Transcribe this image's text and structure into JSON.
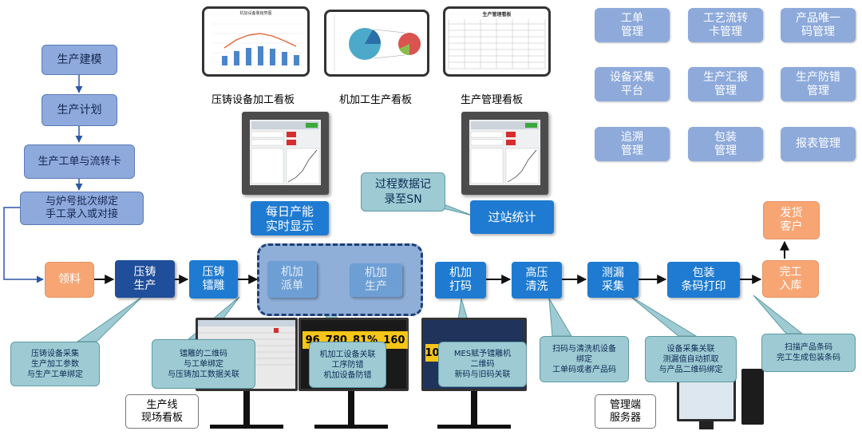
{
  "left_flow": [
    "生产建模",
    "生产计划",
    "生产工单与流转卡",
    "与炉号批次绑定\n手工录入或对接"
  ],
  "modules": [
    "工单\n管理",
    "工艺流转\n卡管理",
    "产品唯一\n码管理",
    "设备采集\n平台",
    "生产汇报\n管理",
    "生产防错\n管理",
    "追溯\n管理",
    "包装\n管理",
    "报表管理"
  ],
  "boards": [
    "压铸设备加工看板",
    "机加工生产看板",
    "生产管理看板"
  ],
  "thumb_titles": [
    "机加设备量趋势图",
    "生产管理看板"
  ],
  "daily": "每日产能\n实时显示",
  "station": "过站统计",
  "process_callout": "过程数据记\n录至SN",
  "main_flow": {
    "lingliao": "领料",
    "yazhu": "压铸\n生产",
    "yazhu_diao": "压铸\n镭雕",
    "jijia_paidan": "机加\n派单",
    "jijia_shengchan": "机加\n生产",
    "jijia_dama": "机加\n打码",
    "gaoya": "高压\n清洗",
    "celou": "测漏\n采集",
    "baozhuang": "包装\n条码打印",
    "wangong": "完工\n入库",
    "fahuo": "发货\n客户"
  },
  "callouts": [
    "压铸设备采集\n生产加工参数\n与生产工单绑定",
    "镭雕的二维码\n与工单绑定\n与压铸加工数据关联",
    "机加工设备关联\n工序防错\n机加设备防错",
    "MES赋予镭雕机\n二维码\n新码与旧码关联",
    "扫码与清洗机设备\n绑定\n工单码或者产品码",
    "设备采集关联\n测漏值自动抓取\n与产品二维码绑定",
    "扫描产品条码\n完工生成包装条码"
  ],
  "labels": {
    "shopfloor": "生产线\n现场看板",
    "server": "管理端\n服务器"
  },
  "screen_values": [
    "96",
    "780",
    "81%",
    "160",
    "100"
  ]
}
